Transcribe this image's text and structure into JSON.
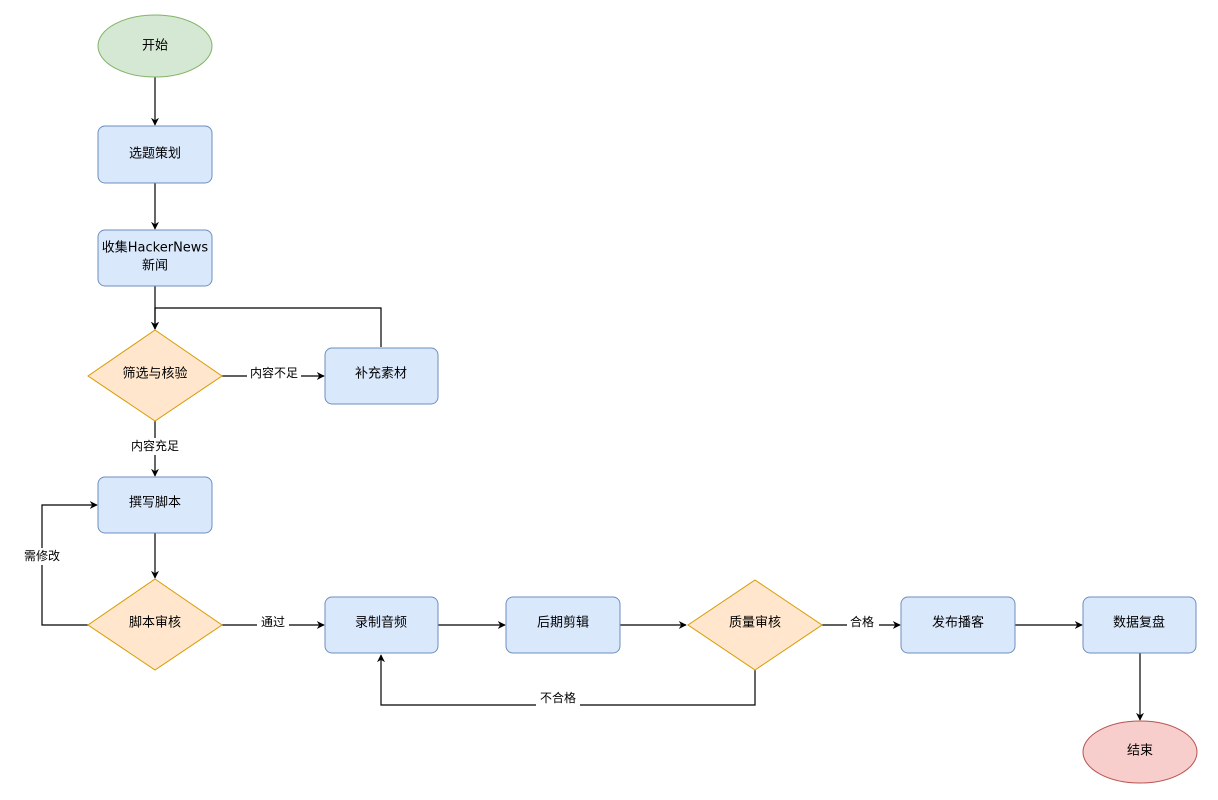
{
  "nodes": {
    "start": "开始",
    "topic_planning": "选题策划",
    "collect_news_line1": "收集HackerNews",
    "collect_news_line2": "新闻",
    "filter_verify": "筛选与核验",
    "supplement": "补充素材",
    "write_script": "撰写脚本",
    "script_review": "脚本审核",
    "record_audio": "录制音频",
    "post_edit": "后期剪辑",
    "quality_review": "质量审核",
    "publish": "发布播客",
    "data_review": "数据复盘",
    "end": "结束"
  },
  "edges": {
    "insufficient": "内容不足",
    "sufficient": "内容充足",
    "needs_revision": "需修改",
    "passed": "通过",
    "qualified": "合格",
    "unqualified": "不合格"
  },
  "colors": {
    "process_fill": "#dae8fc",
    "process_stroke": "#6c8ebf",
    "decision_fill": "#ffe6cc",
    "decision_stroke": "#d79b00",
    "start_fill": "#d5e8d4",
    "start_stroke": "#82b366",
    "end_fill": "#f8cecc",
    "end_stroke": "#b85450"
  }
}
